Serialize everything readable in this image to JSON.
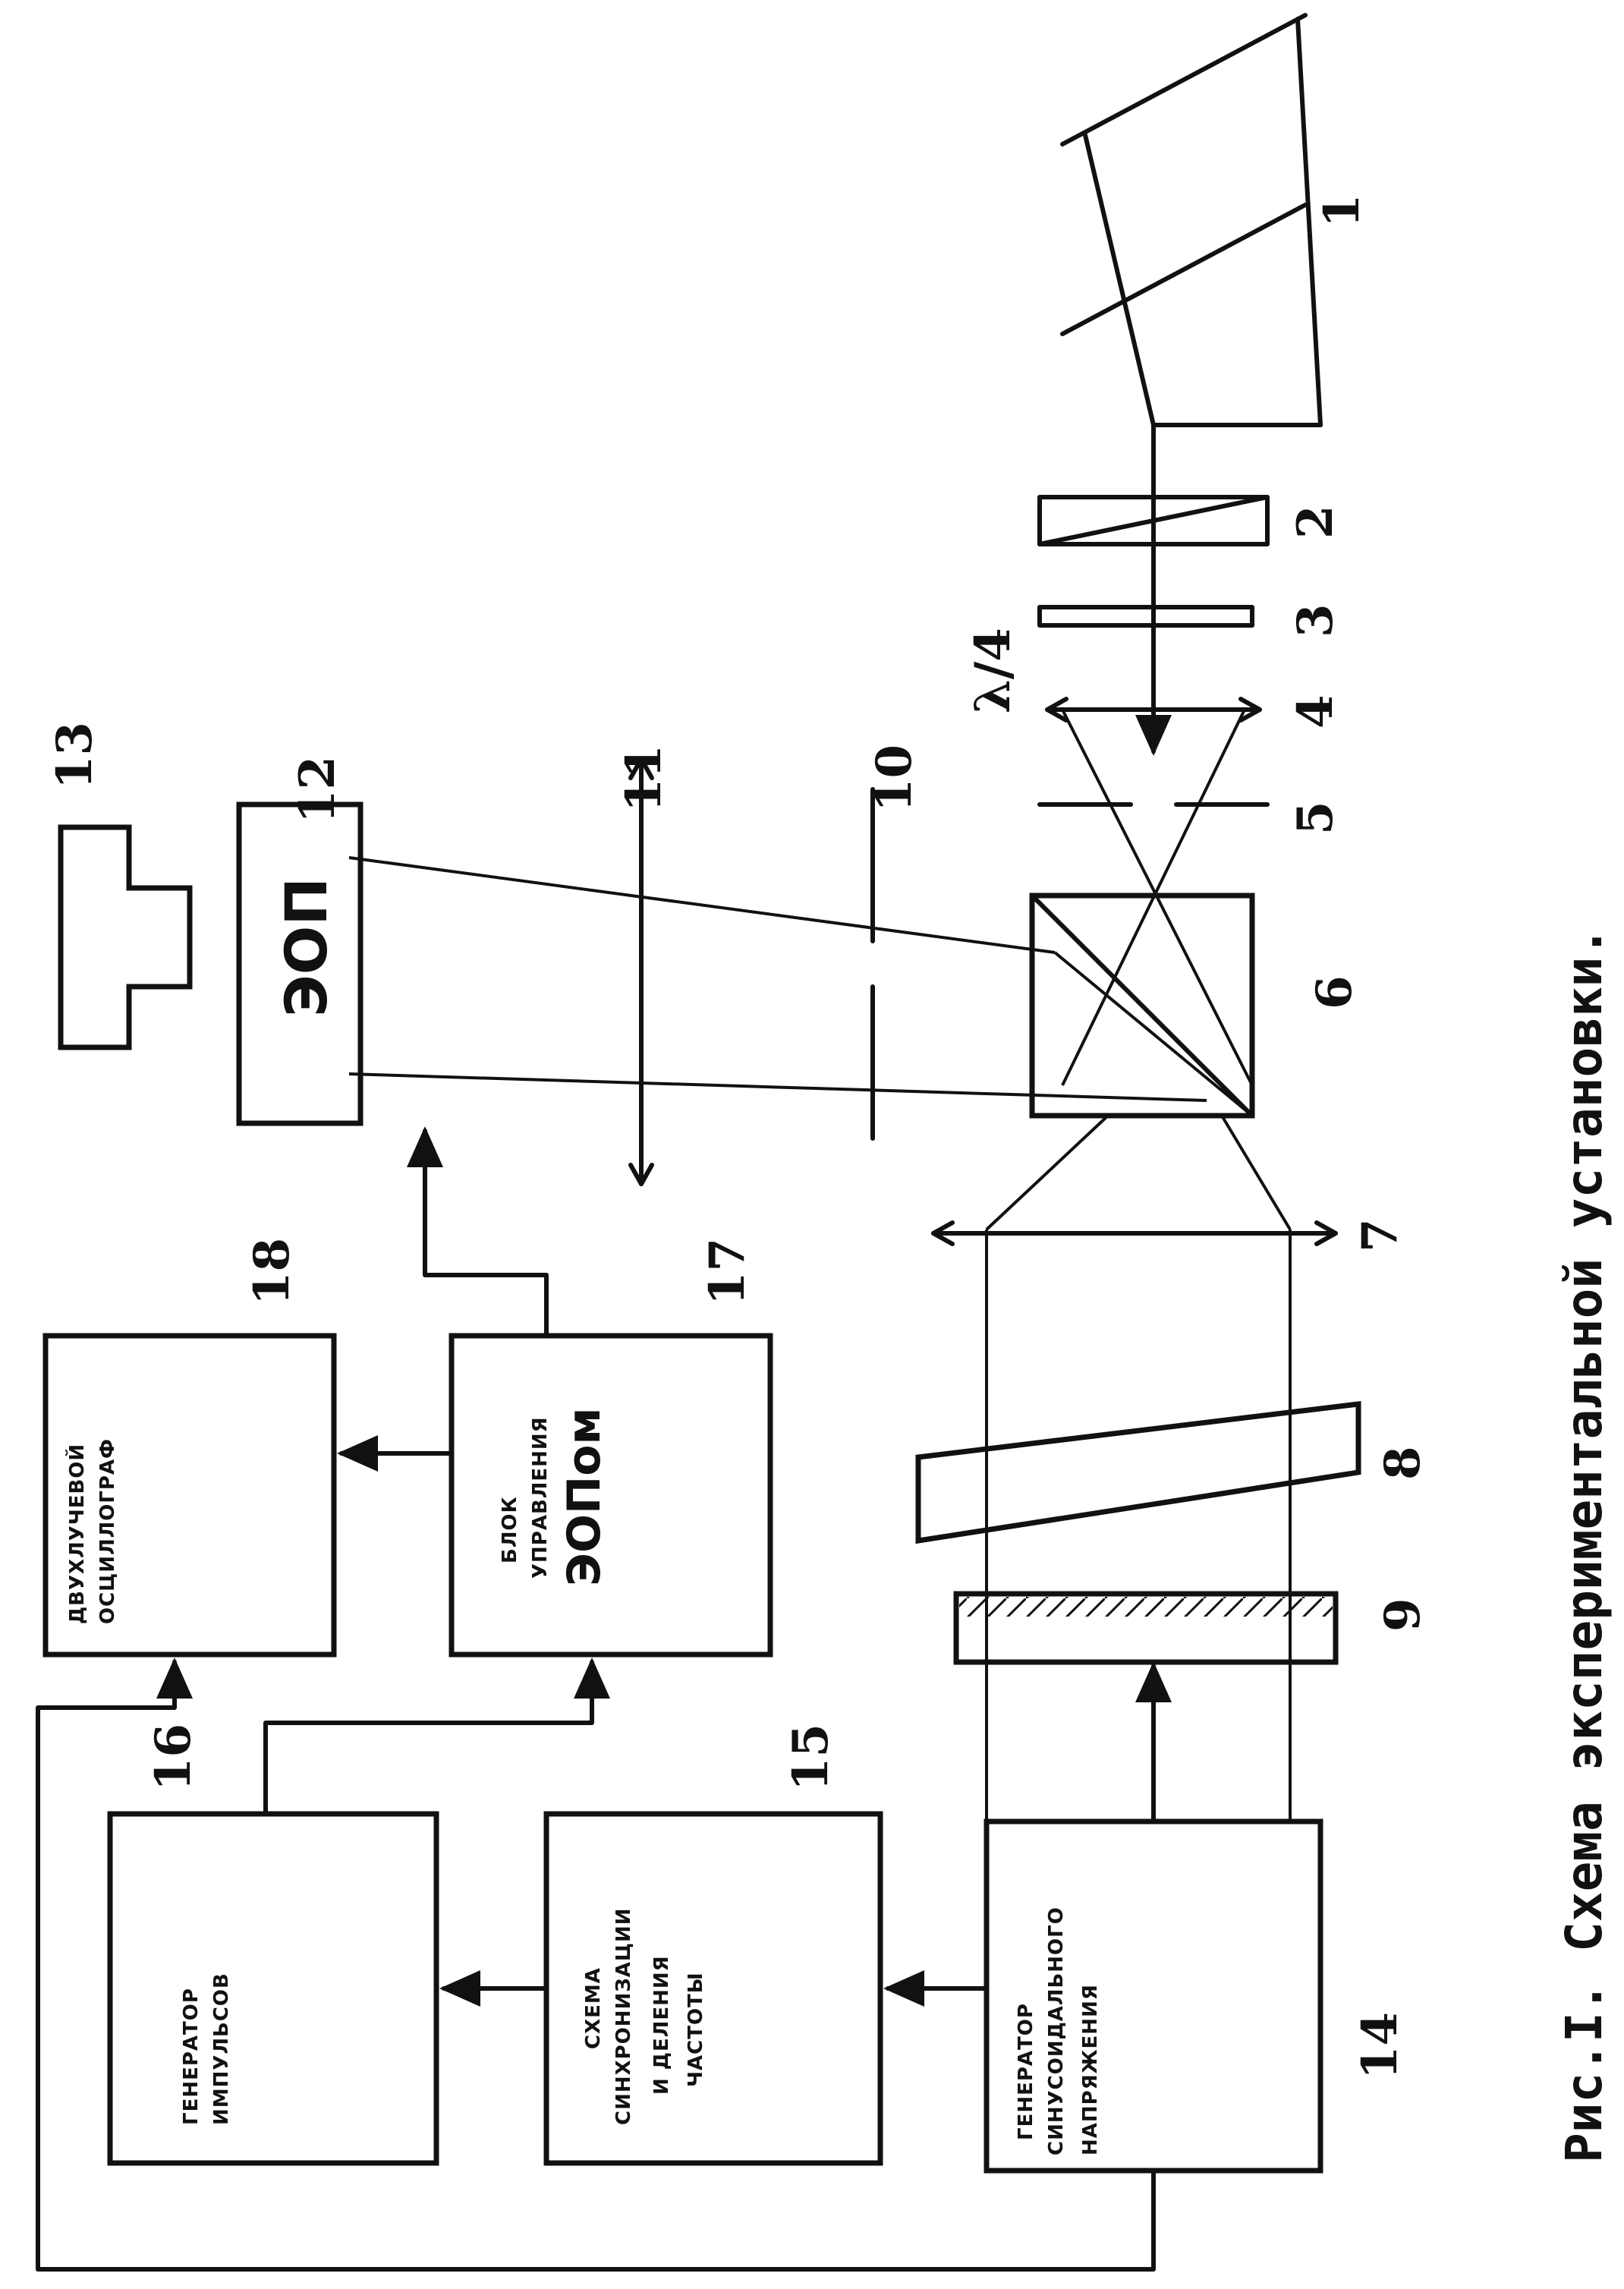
{
  "caption": "Рис.I. Схема экспериментальной установки.",
  "optics": {
    "n1": "1",
    "n2": "2",
    "n3": "3",
    "lambda": "λ/4",
    "n4": "4",
    "n5": "5",
    "n6": "6",
    "n7": "7",
    "n8": "8",
    "n9": "9",
    "n10": "10",
    "n11": "11",
    "n12": "12",
    "n13": "13"
  },
  "eop": {
    "label": "ЭОП"
  },
  "blocks": {
    "b14": {
      "num": "14",
      "line1": "ГЕНЕРАТОР",
      "line2": "СИНУСОИДАЛЬНОГО",
      "line3": "НАПРЯЖЕНИЯ"
    },
    "b15": {
      "num": "15",
      "line1": "СХЕМА",
      "line2": "СИНХРОНИЗАЦИИ",
      "line3": "И ДЕЛЕНИЯ",
      "line4": "ЧАСТОТЫ"
    },
    "b16": {
      "num": "16",
      "line1": "ГЕНЕРАТОР",
      "line2": "ИМПУЛЬСОВ"
    },
    "b17": {
      "num": "17",
      "line1": "БЛОК",
      "line2": "УПРАВЛЕНИЯ",
      "line3": "ЭОПом"
    },
    "b18": {
      "num": "18",
      "line1": "ДВУХЛУЧЕВОЙ",
      "line2": "ОСЦИЛЛОГРАФ"
    }
  }
}
